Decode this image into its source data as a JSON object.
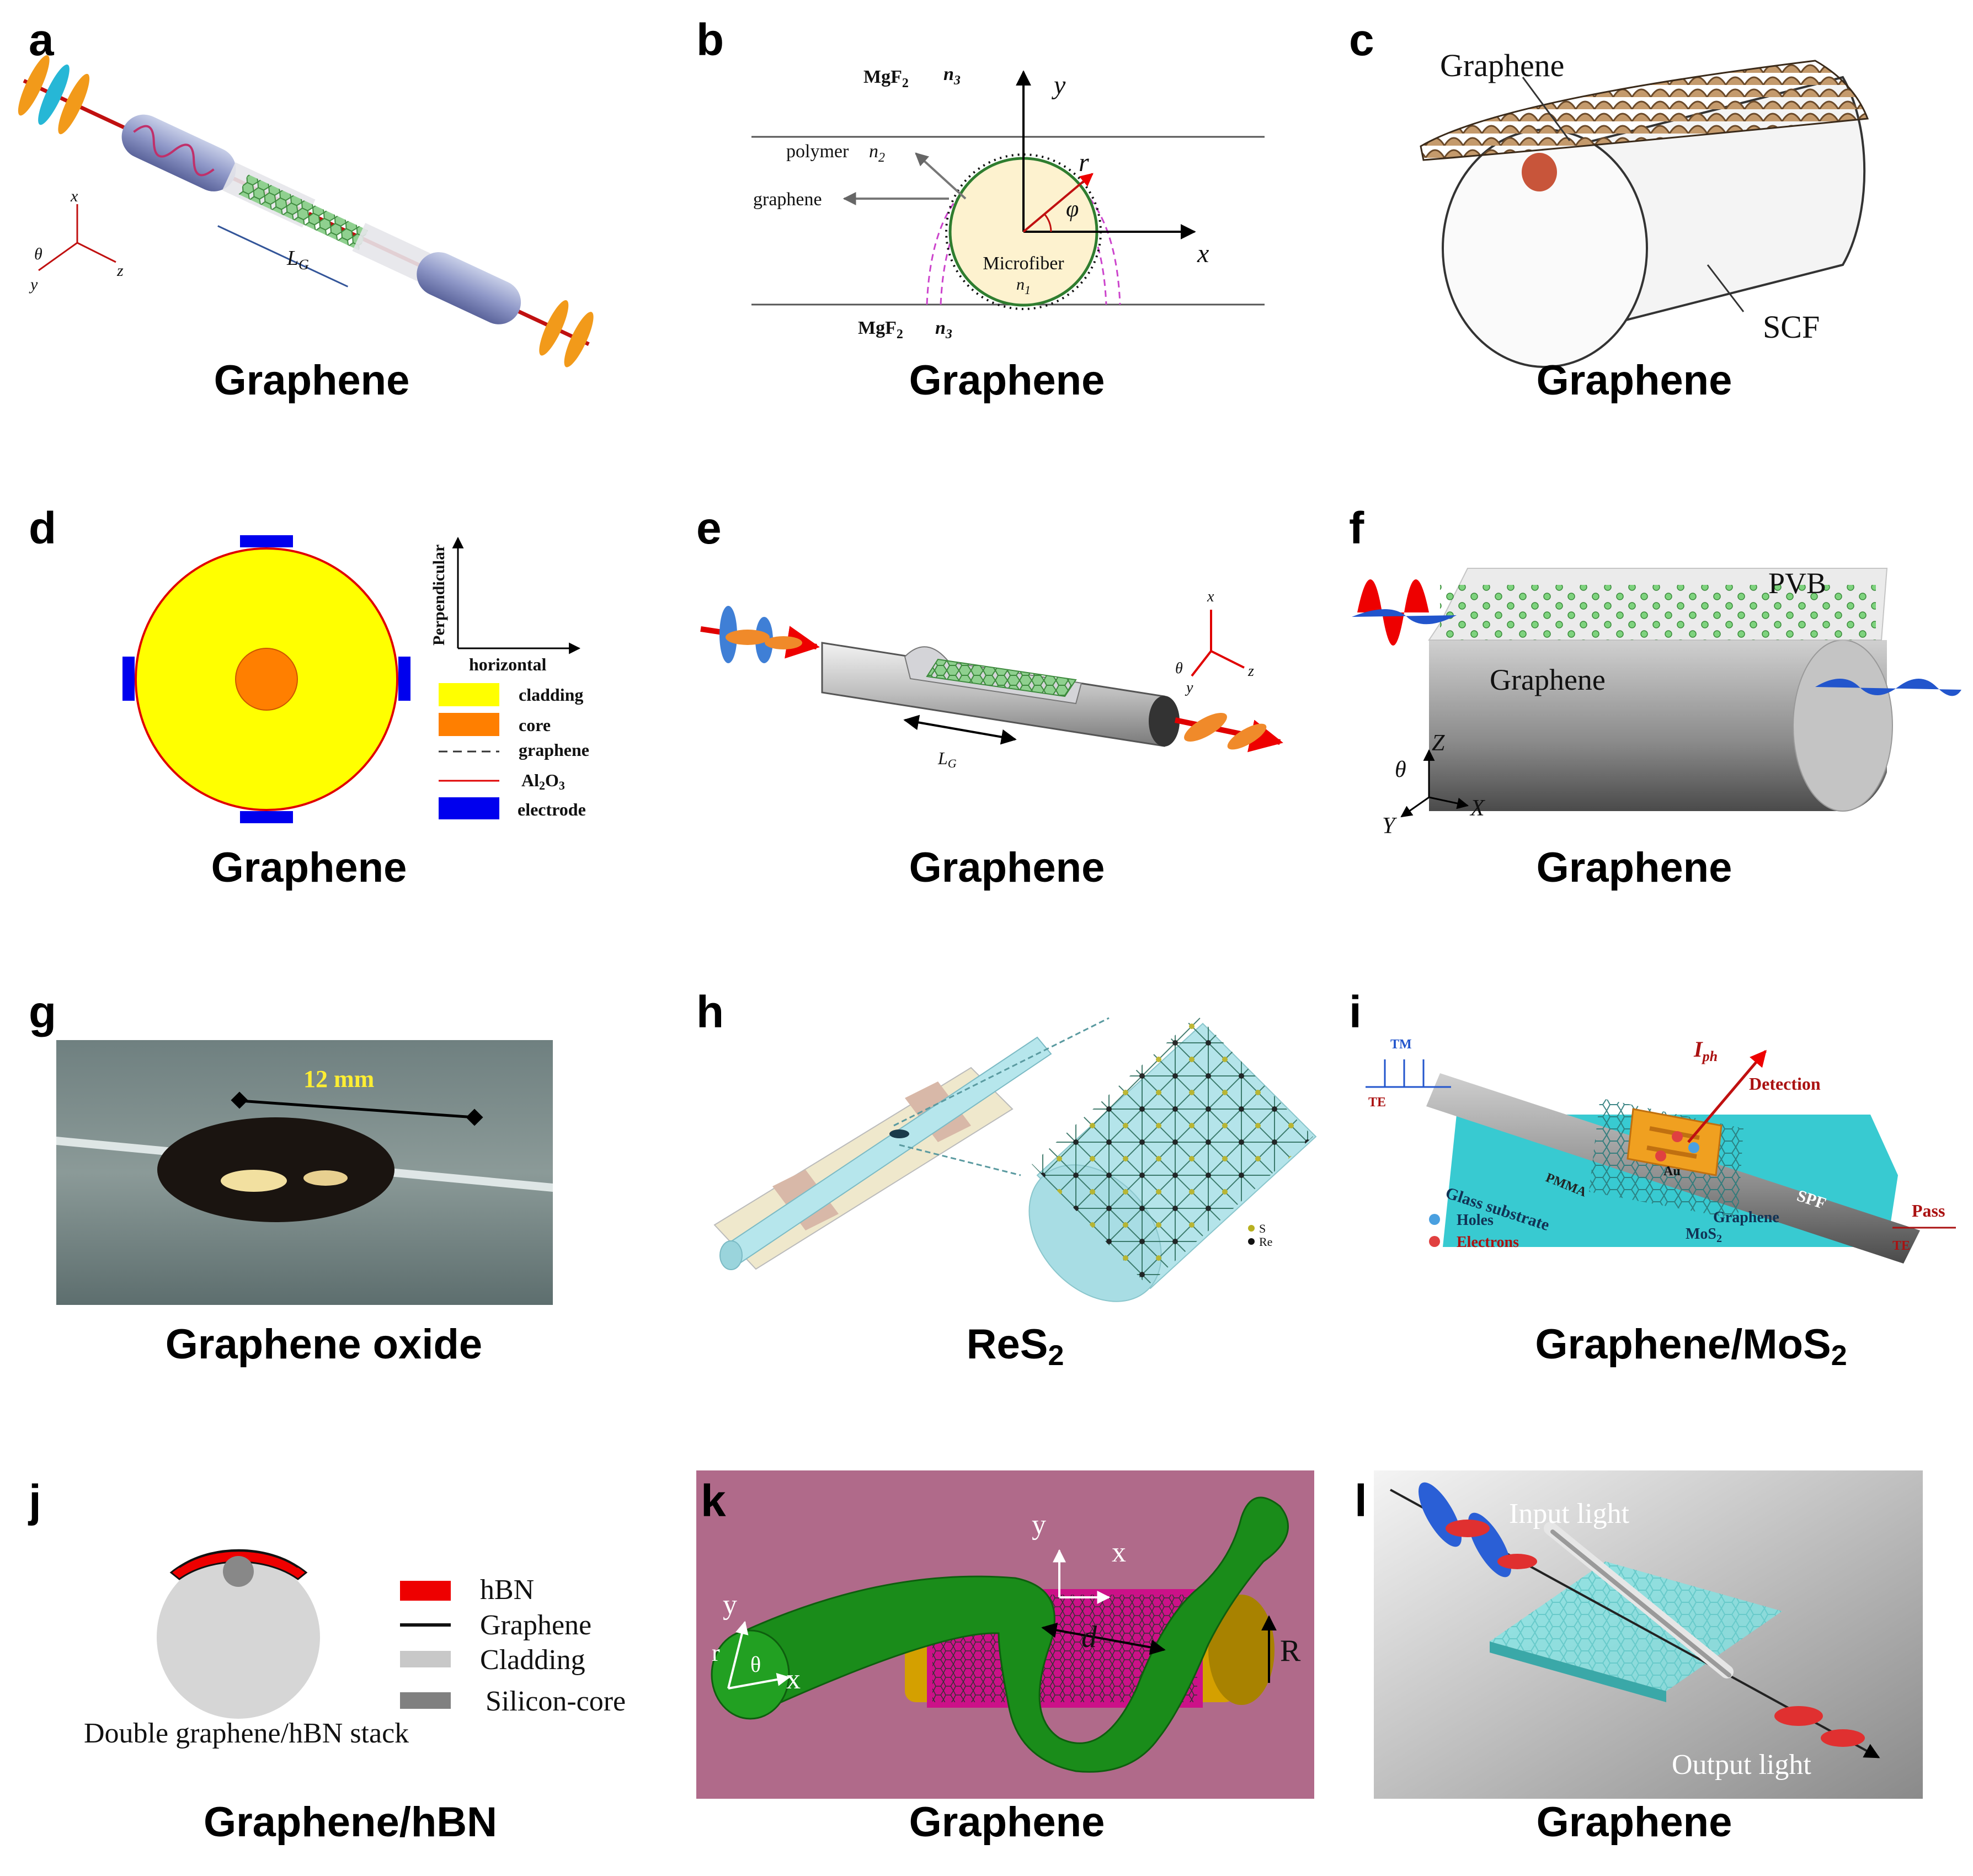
{
  "panels": {
    "a": {
      "letter": "a",
      "caption": "Graphene",
      "axis_x": "x",
      "axis_z": "z",
      "axis_y": "y",
      "theta": "θ",
      "lg": "L",
      "lg_sub": "G"
    },
    "b": {
      "letter": "b",
      "caption": "Graphene",
      "mgf2_top": "MgF",
      "mgf2_bottom": "MgF",
      "two": "2",
      "n3": "n",
      "sub3": "3",
      "polymer": "polymer",
      "n2": "n",
      "sub2": "2",
      "graphene": "graphene",
      "microfiber": "Microfiber",
      "n1": "n",
      "sub1": "1",
      "y": "y",
      "x": "x",
      "r": "r",
      "phi": "φ"
    },
    "c": {
      "letter": "c",
      "caption": "Graphene",
      "graphene": "Graphene",
      "scf": "SCF"
    },
    "d": {
      "letter": "d",
      "caption": "Graphene",
      "perpendicular": "Perpendicular",
      "horizontal": "horizontal",
      "legend": [
        "cladding",
        "core",
        "graphene",
        "Al",
        "electrode"
      ],
      "al2o3_sub1": "2",
      "al2o3_o": "O",
      "al2o3_sub2": "3"
    },
    "e": {
      "letter": "e",
      "caption": "Graphene",
      "lg": "L",
      "lg_sub": "G",
      "x": "x",
      "y": "y",
      "z": "z",
      "theta": "θ"
    },
    "f": {
      "letter": "f",
      "caption": "Graphene",
      "pvb": "PVB",
      "graphene": "Graphene",
      "Z": "Z",
      "X": "X",
      "Y": "Y",
      "theta": "θ"
    },
    "g": {
      "letter": "g",
      "caption": "Graphene oxide",
      "scale": "12 mm"
    },
    "h": {
      "letter": "h",
      "caption_main": "ReS",
      "caption_sub": "2",
      "legend_s": "S",
      "legend_re": "Re"
    },
    "i": {
      "letter": "i",
      "caption_main": "Graphene/MoS",
      "caption_sub": "2",
      "tm": "TM",
      "te": "TE",
      "iph": "I",
      "iph_sub": "ph",
      "detection": "Detection",
      "spf": "SPF",
      "pass": "Pass",
      "glass": "Glass substrate",
      "pmma": "PMMA",
      "graphene": "Graphene",
      "mos2": "MoS",
      "mos2_sub": "2",
      "holes": "Holes",
      "electrons": "Electrons",
      "au": "Au"
    },
    "j": {
      "letter": "j",
      "caption": "Graphene/hBN",
      "legend": [
        "hBN",
        "Graphene",
        "Cladding",
        "Silicon-core"
      ],
      "stack": "Double graphene/hBN stack"
    },
    "k": {
      "letter": "k",
      "caption": "Graphene",
      "y": "y",
      "x": "x",
      "r": "r",
      "theta": "θ",
      "d": "d",
      "R": "R"
    },
    "l": {
      "letter": "l",
      "caption": "Graphene",
      "input": "Input light",
      "output": "Output light"
    }
  },
  "colors": {
    "cladding": "#ffff00",
    "core": "#ff7f00",
    "electrode": "#0000ee",
    "al2o3": "#e00000",
    "hbn": "#ee0000",
    "helix": "#1a8c1a",
    "substrate": "#22c4cc"
  }
}
